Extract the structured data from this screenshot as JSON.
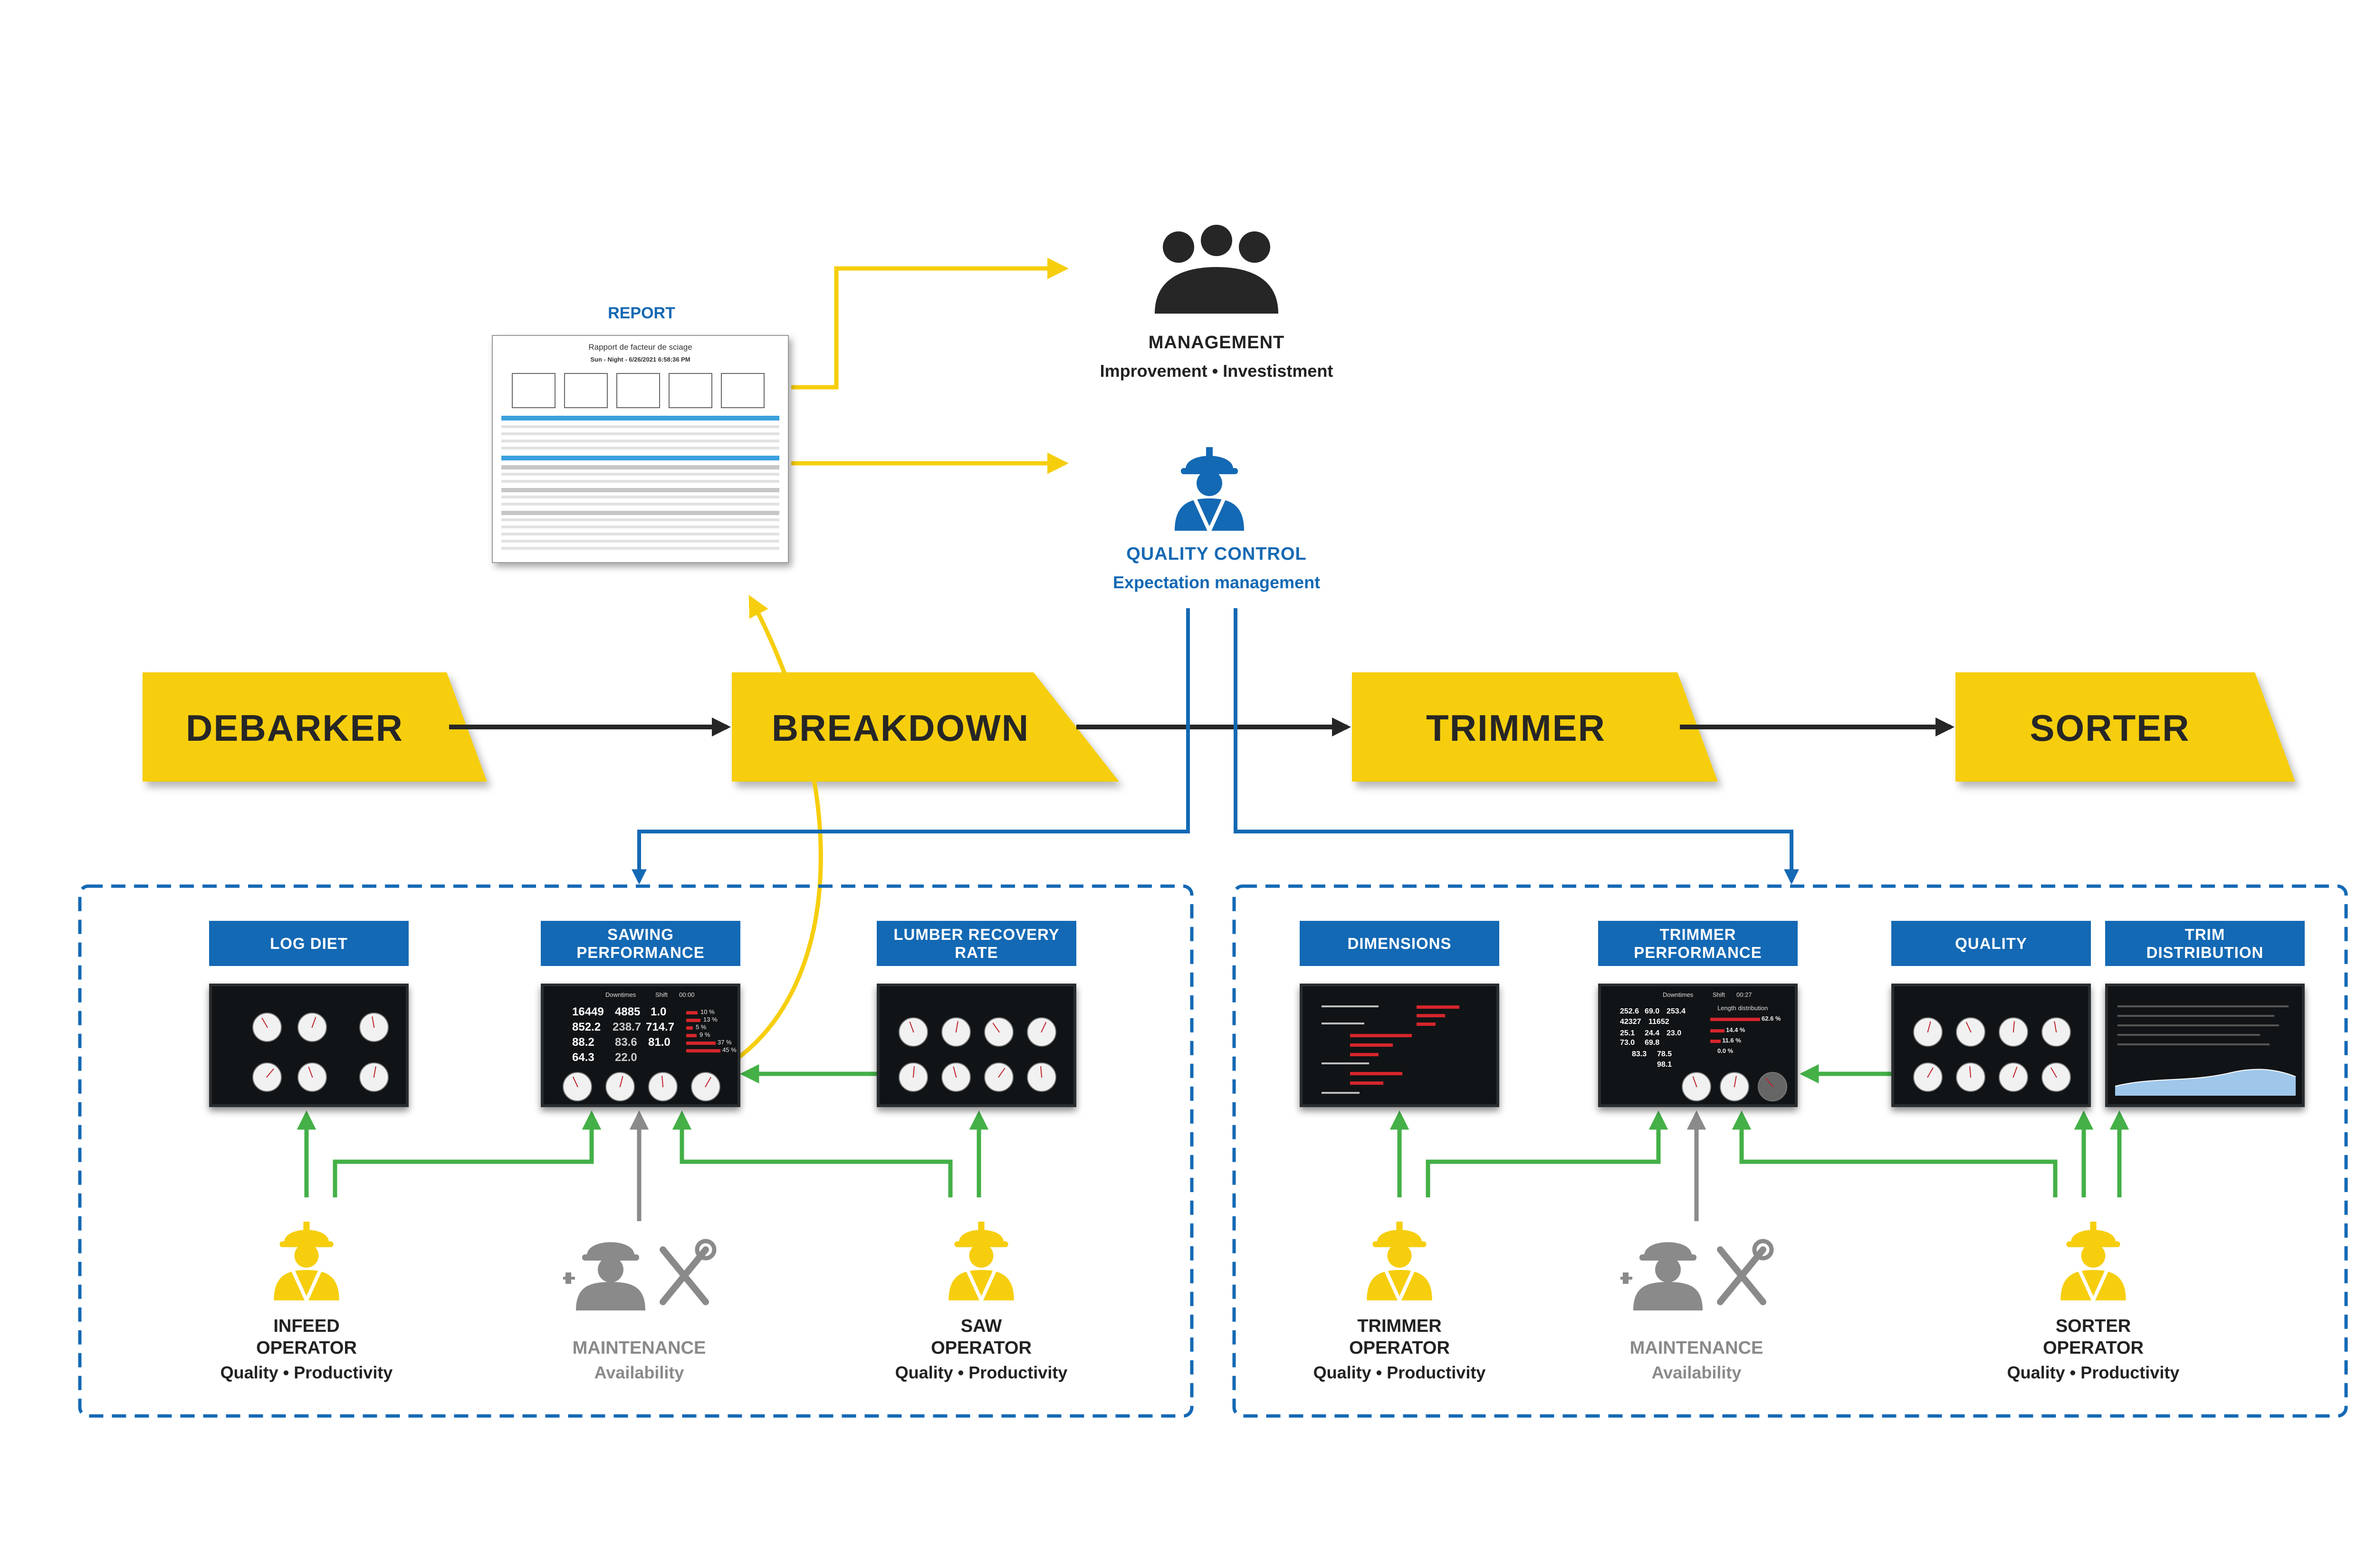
{
  "colors": {
    "yellow": "#f6ce0e",
    "blue": "#1469b4",
    "green": "#44b047",
    "grey": "#8a8a8a",
    "dark": "#262626"
  },
  "report": {
    "label": "REPORT",
    "doc_title": "Rapport de facteur de sciage",
    "doc_sub": "Sun - Night - 6/26/2021 6:58:36 PM"
  },
  "management": {
    "title": "MANAGEMENT",
    "subtitle": "Improvement • Investistment",
    "icon": "group-icon"
  },
  "quality_control": {
    "title": "QUALITY CONTROL",
    "subtitle": "Expectation management",
    "icon": "worker-icon"
  },
  "stages": [
    "DEBARKER",
    "BREAKDOWN",
    "TRIMMER",
    "SORTER"
  ],
  "left_panel": {
    "tabs": [
      "LOG DIET",
      "SAWING PERFORMANCE",
      "LUMBER RECOVERY RATE"
    ],
    "sawing_screen": {
      "header": [
        "Downtimes",
        "Shift",
        "00:00"
      ],
      "values": [
        "16449",
        "4885",
        "1.0",
        "852.2",
        "238.7",
        "714.7",
        "88.2",
        "83.6",
        "81.0",
        "64.3",
        "22.0"
      ],
      "right_labels": [
        "10 %",
        "13 %",
        "5 %",
        "9 %",
        "37 %",
        "45 %"
      ]
    },
    "roles": [
      {
        "title_line1": "INFEED",
        "title_line2": "OPERATOR",
        "subtitle": "Quality • Productivity"
      },
      {
        "title_line1": "",
        "title_line2": "MAINTENANCE",
        "subtitle": "Availability"
      },
      {
        "title_line1": "SAW",
        "title_line2": "OPERATOR",
        "subtitle": "Quality • Productivity"
      }
    ]
  },
  "right_panel": {
    "tabs": [
      "DIMENSIONS",
      "TRIMMER PERFORMANCE",
      "QUALITY",
      "TRIM DISTRIBUTION"
    ],
    "trimmer_screen": {
      "header": [
        "Downtimes",
        "Shift",
        "00:27"
      ],
      "values": [
        "252.6",
        "69.0",
        "253.4",
        "42327",
        "11652",
        "25.1",
        "24.4",
        "23.0",
        "73.0",
        "69.8",
        "83.3",
        "78.5",
        "98.1"
      ],
      "right_labels": [
        "Length distribution",
        "62.6 %",
        "14.4 %",
        "11.6 %",
        "0.0 %"
      ]
    },
    "roles": [
      {
        "title_line1": "TRIMMER",
        "title_line2": "OPERATOR",
        "subtitle": "Quality • Productivity"
      },
      {
        "title_line1": "",
        "title_line2": "MAINTENANCE",
        "subtitle": "Availability"
      },
      {
        "title_line1": "SORTER",
        "title_line2": "OPERATOR",
        "subtitle": "Quality • Productivity"
      }
    ]
  }
}
